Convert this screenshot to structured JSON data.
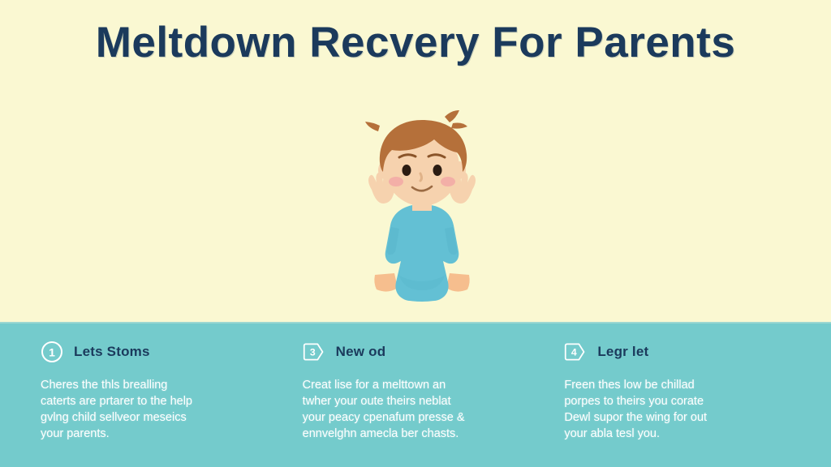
{
  "poster": {
    "title": "Meltdown Recvery For Parents",
    "title_color": "#1B3A5C",
    "hero_background": "#FAF8D2",
    "band_background": "#74CBCC",
    "body_text_color": "#FFFFFF"
  },
  "illustration": {
    "name": "child-sitting-illustration",
    "description": "Cartoon child sitting cross-legged with hands raised",
    "hair_color": "#B5703A",
    "skin_color": "#F6D2AE",
    "shirt_color": "#63C0D4",
    "cheek_color": "#F2A9A6",
    "eye_color": "#2B1C12"
  },
  "tips": [
    {
      "badge": "1",
      "badge_shape": "circle",
      "title": "Lets Stoms",
      "body": "Cheres the thls brealling caterts are prtarer to the help gvlng child sellveor meseics your parents."
    },
    {
      "badge": "3",
      "badge_shape": "tag",
      "title": "New od",
      "body": "Creat lise for a melttown an twher your oute theirs neblat your peacy cpenafum presse & ennvelghn amecla ber chasts."
    },
    {
      "badge": "4",
      "badge_shape": "tag",
      "title": "Legr let",
      "body": "Freen thes low be chillad porpes to theirs you corate Dewl supor the wing for out your abla tesl you."
    }
  ]
}
